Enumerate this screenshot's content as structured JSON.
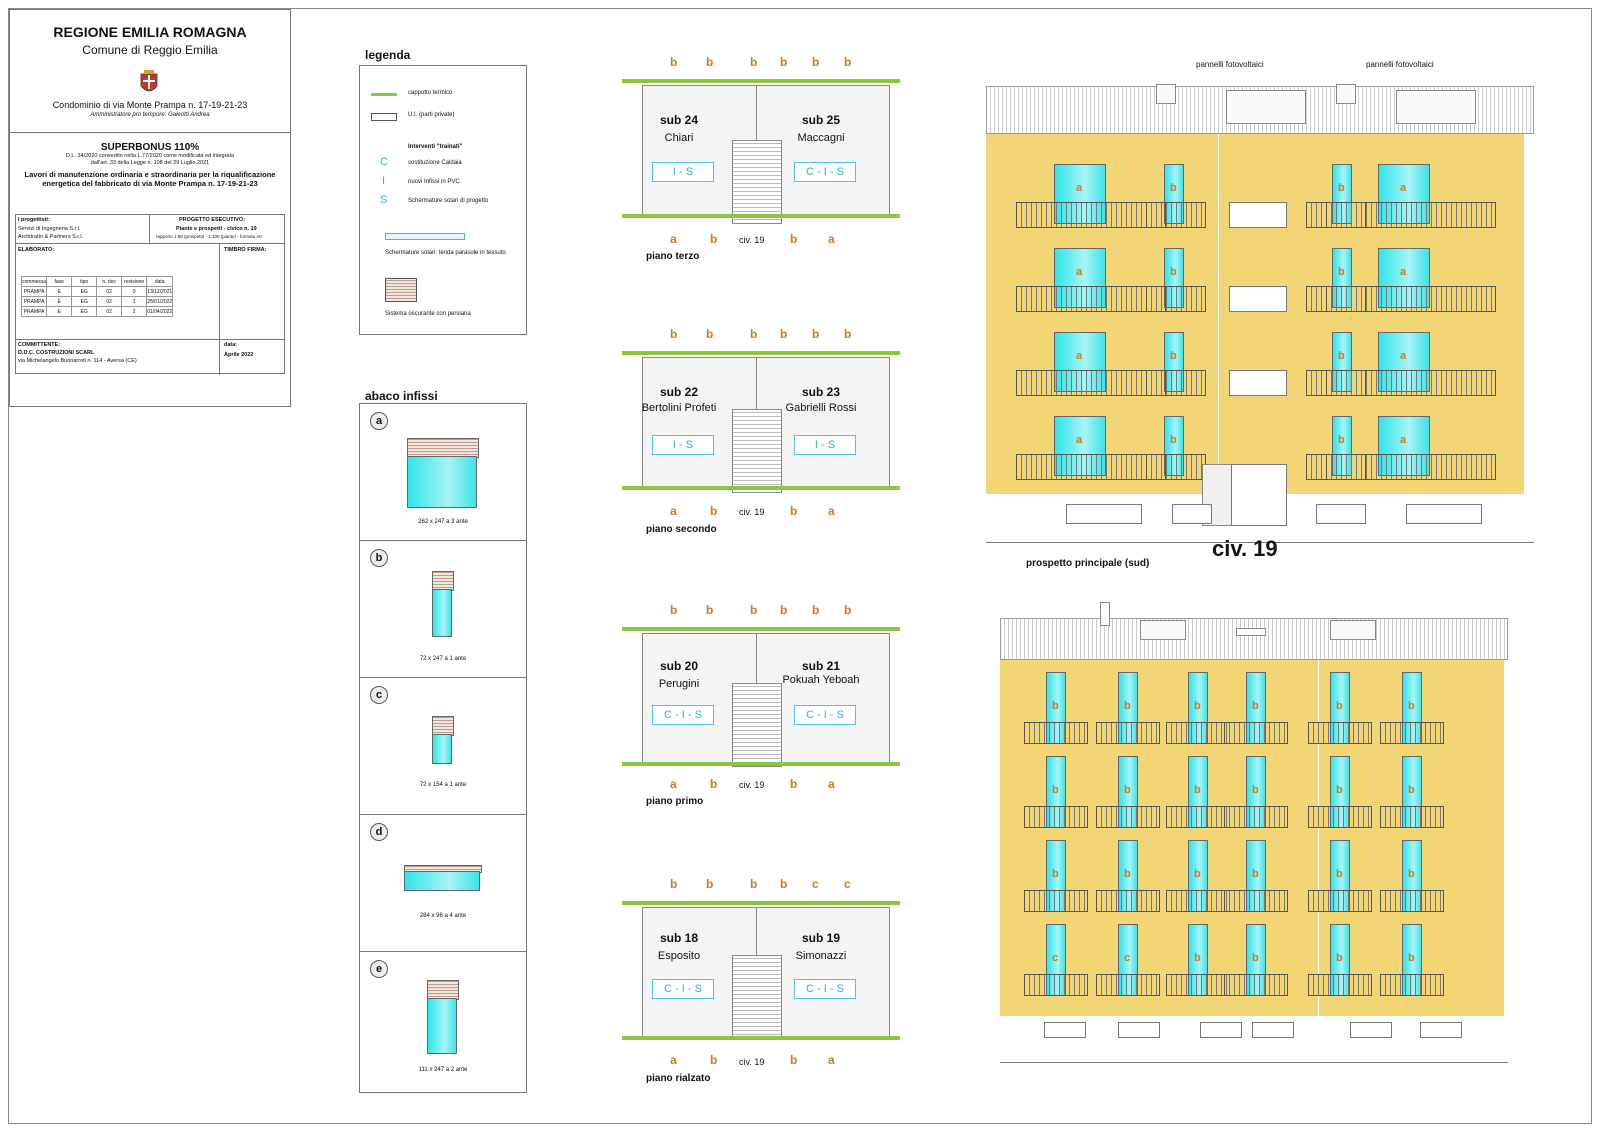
{
  "title_block": {
    "region": "REGIONE  EMILIA ROMAGNA",
    "municipality": "Comune di Reggio Emilia",
    "condominium": "Condominio di via Monte Prampa n. 17-19-21-23",
    "administrator": "Amministratore pro tempore: Galeotti Andrea",
    "superbonus": "SUPERBONUS  110%",
    "law_1": "D.L. 34/2020 convertito nella L.77/2020  come modificata ed integrata",
    "law_2": "dall'art. 33 della Legge n. 108 del 29 Luglio 2021",
    "works_1": "Lavori di manutenzione ordinaria e straordinaria per la riqualificazione",
    "works_2": "energetica del fabbricato di via Monte Prampa n. 17-19-21-23",
    "designers_label": "I progettisti:",
    "designer_1": "Servizi di Ingegneria S.r.l.",
    "designer_2": "Architratto & Partners S.r.l.",
    "project_label": "PROGETTO ESECUTIVO:",
    "project_1": "Piante e prospetti  - civico n. 19",
    "project_2": "rapporto 1:50 (prospetti) - 1:100  (piante) - formato A0",
    "elaborato_label": "ELABORATO:",
    "timbro_label": "TIMBRO FIRMA:",
    "rev_headers": [
      "commessa",
      "fase",
      "tipo",
      "n. doc",
      "revisione",
      "data"
    ],
    "rev_rows": [
      [
        "PRAMPA",
        "E",
        "EG",
        "02",
        "0",
        "13/12/2021"
      ],
      [
        "PRAMPA",
        "E",
        "EG",
        "02",
        "1",
        "25/01/2022"
      ],
      [
        "PRAMPA",
        "E",
        "EG",
        "02",
        "2",
        "01/04/2022"
      ]
    ],
    "client_label": "COMMITTENTE:",
    "client_1": "D.D.C. COSTRUZIONI SCARL",
    "client_2": "via Michelangelo Buonarroti  n. 114  -  Aversa (CE)",
    "date_label": "data:",
    "date_value": "Aprile 2022"
  },
  "legend": {
    "title": "legenda",
    "items": {
      "cappotto": "cappotto termico",
      "ui": "U.I. (parti private)",
      "trainati": "Interventi \"trainati\"",
      "c": "sostituzione Caldaia",
      "i": "nuovi Infissi in PVC",
      "s": "Schermature solari di progetto",
      "tenda": "Schermature solari: tenda parasole in tessuto",
      "persiana": "Sistema oscurante con persiana"
    },
    "letters": {
      "c": "C",
      "i": "I",
      "s": "S"
    }
  },
  "abaco": {
    "title": "abaco infissi",
    "items": [
      {
        "id": "a",
        "caption": "262 x 247 a 3 ante"
      },
      {
        "id": "b",
        "caption": "72 x 247 a 1 ante"
      },
      {
        "id": "c",
        "caption": "72 x 154 a 1 ante"
      },
      {
        "id": "d",
        "caption": "284 x 96 a 4 ante"
      },
      {
        "id": "e",
        "caption": "111 x 247 a 2 ante"
      }
    ]
  },
  "plans": [
    {
      "floor": "piano  terzo",
      "left_sub": "sub 24",
      "left_owner": "Chiari",
      "left_tag": "I - S",
      "right_sub": "sub 25",
      "right_owner": "Maccagni",
      "right_tag": "C - I - S",
      "top": [
        "b",
        "b",
        "b",
        "b",
        "b",
        "b"
      ],
      "bottom": [
        "a",
        "b",
        "b",
        "a"
      ],
      "civ": "civ. 19"
    },
    {
      "floor": "piano  secondo",
      "left_sub": "sub 22",
      "left_owner": "Bertolini Profeti",
      "left_tag": "I - S",
      "right_sub": "sub 23",
      "right_owner": "Gabrielli Rossi",
      "right_tag": "I - S",
      "top": [
        "b",
        "b",
        "b",
        "b",
        "b",
        "b"
      ],
      "bottom": [
        "a",
        "b",
        "b",
        "a"
      ],
      "civ": "civ. 19"
    },
    {
      "floor": "piano  primo",
      "left_sub": "sub 20",
      "left_owner": "Perugini",
      "left_tag": "C - I - S",
      "right_sub": "sub 21",
      "right_owner": "Pokuah Yeboah",
      "right_tag": "C - I - S",
      "top": [
        "b",
        "b",
        "b",
        "b",
        "b",
        "b"
      ],
      "bottom": [
        "a",
        "b",
        "b",
        "a"
      ],
      "civ": "civ. 19"
    },
    {
      "floor": "piano  rialzato",
      "left_sub": "sub 18",
      "left_owner": "Esposito",
      "left_tag": "C - I - S",
      "right_sub": "sub 19",
      "right_owner": "Simonazzi",
      "right_tag": "C - I - S",
      "top": [
        "b",
        "b",
        "b",
        "b",
        "c",
        "c"
      ],
      "bottom": [
        "a",
        "b",
        "b",
        "a"
      ],
      "civ": "civ. 19"
    }
  ],
  "elevation_south": {
    "pv_left": "pannelli fotovoltaici",
    "pv_right": "pannelli fotovoltaici",
    "civ": "civ. 19",
    "caption": "prospetto principale (sud)",
    "window_rows": [
      [
        "a",
        "b",
        "b",
        "a"
      ],
      [
        "a",
        "b",
        "b",
        "a"
      ],
      [
        "a",
        "b",
        "b",
        "a"
      ],
      [
        "a",
        "b",
        "b",
        "a"
      ]
    ]
  },
  "elevation_north": {
    "window_rows": [
      [
        "b",
        "b",
        "b",
        "b",
        "b",
        "b"
      ],
      [
        "b",
        "b",
        "b",
        "b",
        "b",
        "b"
      ],
      [
        "b",
        "b",
        "b",
        "b",
        "b",
        "b"
      ],
      [
        "c",
        "c",
        "b",
        "b",
        "b",
        "b"
      ]
    ]
  },
  "colors": {
    "facade": "#f2d575",
    "glass": "#2fe5ea",
    "insulation": "#8cc63f",
    "label": "#d4781a",
    "tag": "#2bb4d4"
  }
}
